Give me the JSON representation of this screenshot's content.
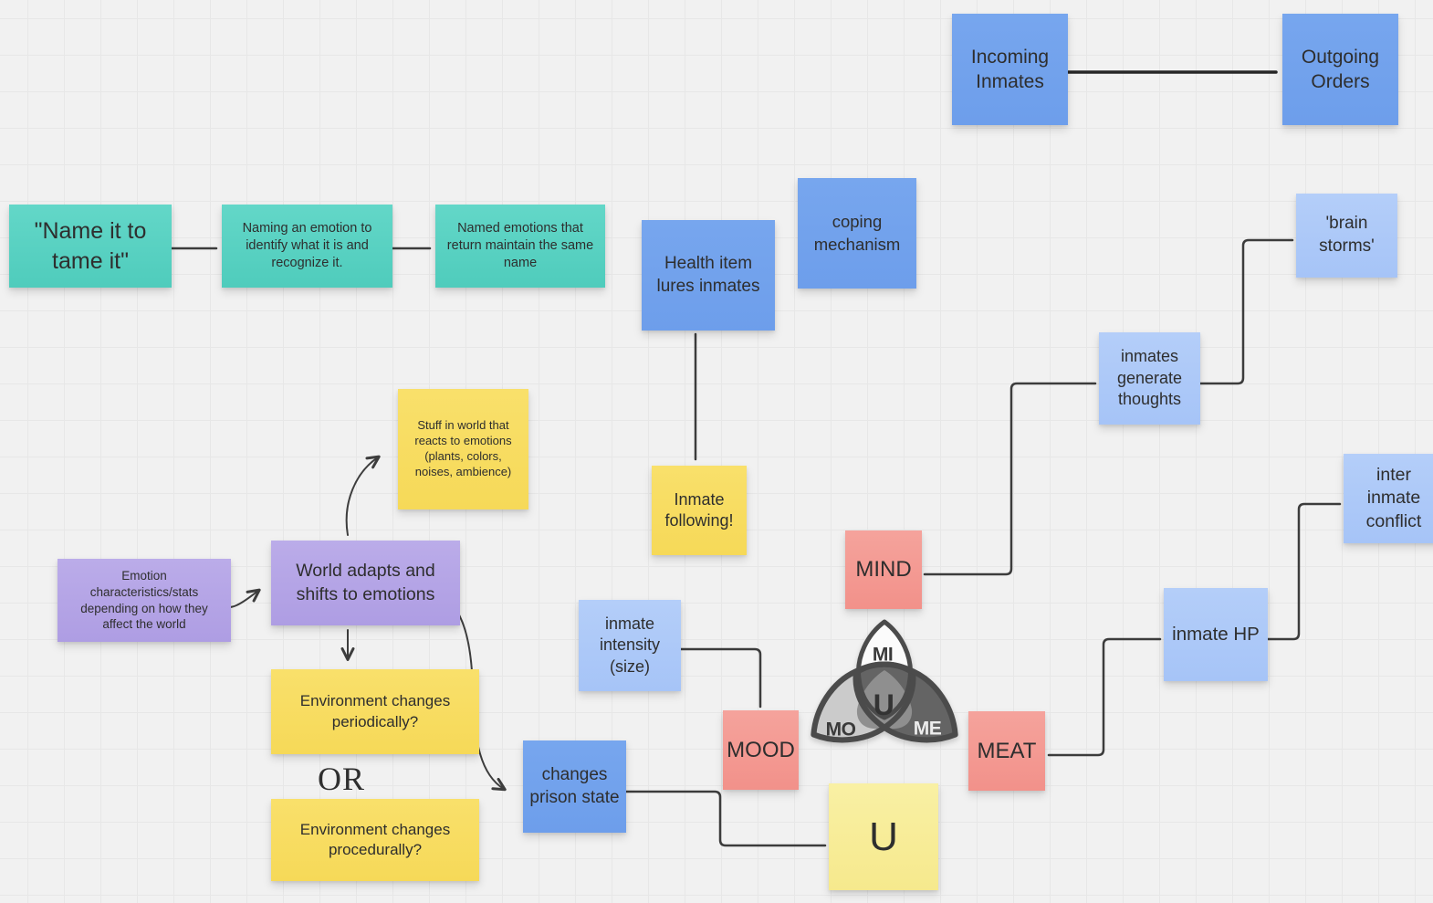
{
  "notes": {
    "incoming_inmates": {
      "text": "Incoming Inmates"
    },
    "outgoing_orders": {
      "text": "Outgoing Orders"
    },
    "name_it": {
      "text": "\"Name it to tame it\""
    },
    "naming_emotion": {
      "text": "Naming an emotion to identify what it is and recognize it."
    },
    "named_emotions": {
      "text": "Named emotions that return maintain the same name"
    },
    "health_item": {
      "text": "Health item lures inmates"
    },
    "coping_mechanism": {
      "text": "coping mechanism"
    },
    "brain_storms": {
      "text": "'brain storms'"
    },
    "inmates_generate": {
      "text": "inmates generate thoughts"
    },
    "inmate_following": {
      "text": "Inmate following!"
    },
    "inmate_intensity": {
      "text": "inmate intensity (size)"
    },
    "mind": {
      "text": "MIND"
    },
    "emotion_chars": {
      "text": "Emotion characteristics/stats depending on how they affect the world"
    },
    "world_adapts": {
      "text": "World adapts and shifts to emotions"
    },
    "stuff_world": {
      "text": "Stuff in world that reacts to emotions (plants, colors, noises, ambience)"
    },
    "env_periodically": {
      "text": "Environment changes periodically?"
    },
    "env_procedurally": {
      "text": "Environment changes procedurally?"
    },
    "changes_prison": {
      "text": "changes prison state"
    },
    "mood": {
      "text": "MOOD"
    },
    "u_note": {
      "text": "U"
    },
    "meat": {
      "text": "MEAT"
    },
    "inmate_hp": {
      "text": "inmate HP"
    },
    "inter_conflict": {
      "text": "inter inmate conflict"
    }
  },
  "labels": {
    "or": "OR"
  },
  "venn": {
    "top": "MI",
    "left": "MO",
    "right": "ME",
    "center": "U"
  },
  "colors": {
    "teal": "#58d2c3",
    "blue": "#6d9eeb",
    "light_blue": "#a9c7f8",
    "pink": "#f49b93",
    "yellow": "#f8dd60",
    "pale_yellow": "#f7ec9b",
    "purple": "#b4a4e6",
    "connector": "#3c3c3c",
    "background": "#f1f1f1"
  }
}
